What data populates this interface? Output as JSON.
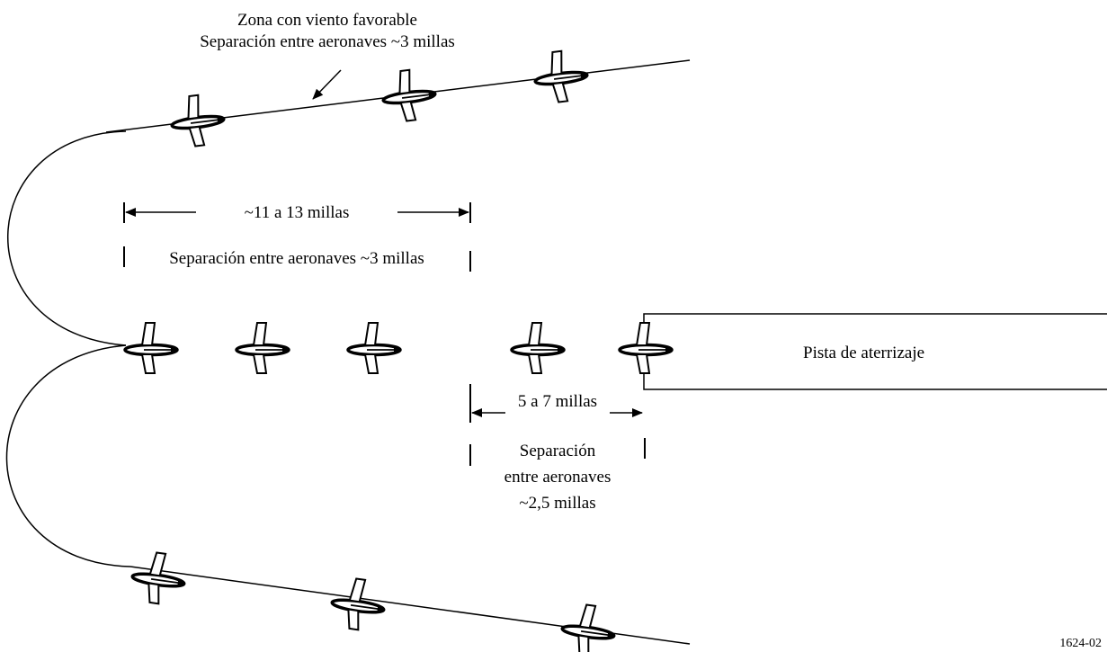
{
  "labels": {
    "tailwind_zone_line1": "Zona con viento favorable",
    "tailwind_zone_line2": "Separación entre aeronaves ~3 millas",
    "distance_11_13": "~11 a 13 millas",
    "separation_3": "Separación entre aeronaves ~3 millas",
    "runway": "Pista de aterrizaje",
    "distance_5_7": "5 a 7 millas",
    "separation_25_line1": "Separación",
    "separation_25_line2": "entre aeronaves",
    "separation_25_line3": "~2,5 millas",
    "figure_id": "1624-02"
  },
  "icons": {
    "aircraft": "aircraft-icon",
    "arrow": "arrow-icon"
  }
}
